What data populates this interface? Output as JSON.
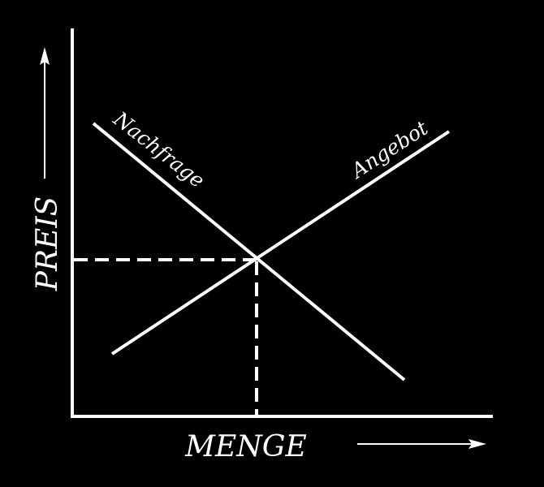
{
  "diagram": {
    "y_axis_label": "PREIS",
    "x_axis_label": "MENGE",
    "demand_label": "Nachfrage",
    "supply_label": "Angebot",
    "colors": {
      "background": "#000000",
      "foreground": "#ffffff"
    }
  }
}
